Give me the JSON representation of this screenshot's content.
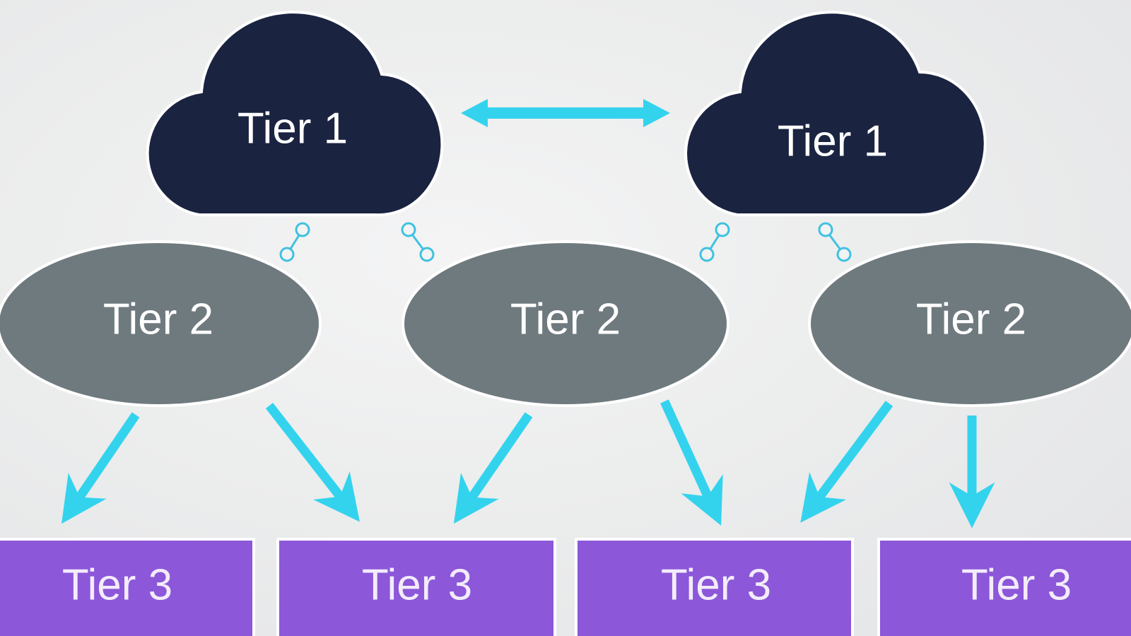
{
  "colors": {
    "tier1_fill": "#1a2340",
    "tier2_fill": "#6f7a7f",
    "tier3_fill": "#8c57d9",
    "arrow": "#33d3ee",
    "link_icon": "#3fc2e0"
  },
  "tier1": [
    {
      "label": "Tier 1"
    },
    {
      "label": "Tier 1"
    }
  ],
  "tier2": [
    {
      "label": "Tier 2"
    },
    {
      "label": "Tier 2"
    },
    {
      "label": "Tier 2"
    }
  ],
  "tier3": [
    {
      "label": "Tier 3"
    },
    {
      "label": "Tier 3"
    },
    {
      "label": "Tier 3"
    },
    {
      "label": "Tier 3"
    }
  ],
  "icons": {
    "cloud_link": "link-node-icon"
  }
}
